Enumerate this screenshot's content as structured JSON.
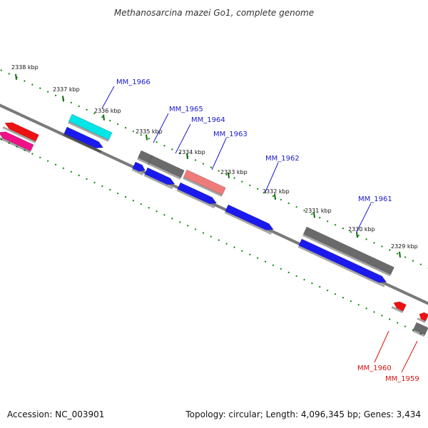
{
  "title": "Methanosarcina mazei Go1, complete genome",
  "footer": {
    "accession": "Accession: NC_003901",
    "summary": "Topology: circular; Length: 4,096,345 bp; Genes: 3,434"
  },
  "ticks": [
    "2338 kbp",
    "2337 kbp",
    "2336 kbp",
    "2335 kbp",
    "2334 kbp",
    "2333 kbp",
    "2332 kbp",
    "2331 kbp",
    "2330 kbp",
    "2329 kbp"
  ],
  "genes_top": [
    "MM_1966",
    "MM_1965",
    "MM_1964",
    "MM_1963",
    "MM_1962",
    "MM_1961"
  ],
  "genes_bottom": [
    "MM_1960",
    "MM_1959"
  ],
  "colors": {
    "backbone": "#7a7a7a",
    "tick": "#0a8a0a",
    "cds_forward": "#1a1aee",
    "cds_grey": "#6a6a6a",
    "cyan": "#00e5e5",
    "salmon": "#ef7a7a",
    "red": "#ee1111",
    "magenta": "#ee1188",
    "label_top": "#1a1acc",
    "label_bottom": "#dd1111"
  }
}
